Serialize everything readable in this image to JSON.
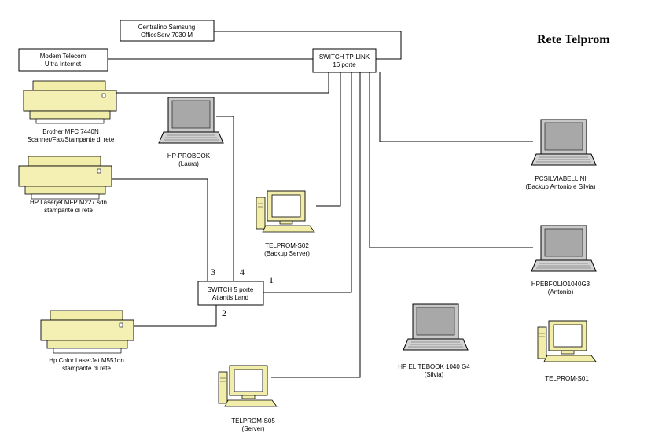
{
  "title": "Rete Telprom",
  "boxes": {
    "centralino": [
      "Centralino Samsung",
      "OfficeServ 7030 M"
    ],
    "modem": [
      "Modem Telecom",
      "Ultra Internet"
    ],
    "switch_main": [
      "SWITCH TP-LINK",
      "16 porte"
    ],
    "switch_small": [
      "SWITCH 5 porte",
      "Atlantis Land"
    ]
  },
  "devices": {
    "brother": [
      "Brother MFC 7440N",
      "Scanner/Fax/Stampante di rete"
    ],
    "hp_laserjet": [
      "HP Laserjet MFP M227 sdn",
      "stampante di rete"
    ],
    "hp_color": [
      "Hp Color LaserJet M551dn",
      "stampante di rete"
    ],
    "hp_probook": [
      "HP-PROBOOK",
      "(Laura)"
    ],
    "telprom_s02": [
      "TELPROM-S02",
      "(Backup Server)"
    ],
    "telprom_s05": [
      "TELPROM-S05",
      "(Server)"
    ],
    "pcsilvia": [
      "PCSILVIABELLINI",
      "(Backup Antonio e Silvia)"
    ],
    "hpebfolio": [
      "HPEBFOLIO1040G3",
      "(Antonio)"
    ],
    "hp_elitebook": [
      "HP ELITEBOOK 1040 G4",
      "(Silvia)"
    ],
    "telprom_s01": [
      "TELPROM-S01"
    ]
  },
  "ports": {
    "p1": "1",
    "p2": "2",
    "p3": "3",
    "p4": "4"
  }
}
